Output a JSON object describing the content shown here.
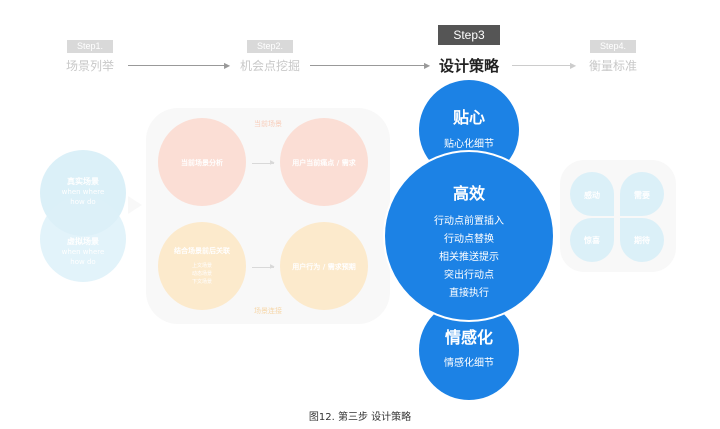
{
  "steps": [
    {
      "badge": "Step1.",
      "name": "场景列举"
    },
    {
      "badge": "Step2.",
      "name": "机会点挖掘"
    },
    {
      "badge": "Step3",
      "name": "设计策略"
    },
    {
      "badge": "Step4.",
      "name": "衡量标准"
    }
  ],
  "left": {
    "real": {
      "title": "真实场景",
      "line1": "when  where",
      "line2": "how  do"
    },
    "virtual": {
      "title": "虚拟场景",
      "line1": "when  where",
      "line2": "how  do"
    }
  },
  "middle": {
    "top_label": "当前场景",
    "bottom_label": "场景连接",
    "analysis": "当前场景分析",
    "pain": "用户当前痛点 / 需求",
    "combine": "结合场景前后关联",
    "combine_sub": [
      "上文场景",
      "动态场景",
      "下文场景"
    ],
    "behavior": "用户行为 / 需求预期"
  },
  "strategy": {
    "top": {
      "title": "贴心",
      "item": "贴心化细节"
    },
    "mid": {
      "title": "高效",
      "items": [
        "行动点前置插入",
        "行动点替换",
        "相关推送提示",
        "突出行动点",
        "直接执行"
      ]
    },
    "bottom": {
      "title": "情感化",
      "item": "情感化细节"
    }
  },
  "measure": [
    "感动",
    "需要",
    "惊喜",
    "期待"
  ],
  "caption": "图12. 第三步 设计策略",
  "colors": {
    "accent_blue": "#1c82e5",
    "light_blue": "#bfe4f3",
    "peach": "#f9c4b3",
    "light_orange": "#fbd9a4",
    "gray_text": "#c8c8c8"
  }
}
